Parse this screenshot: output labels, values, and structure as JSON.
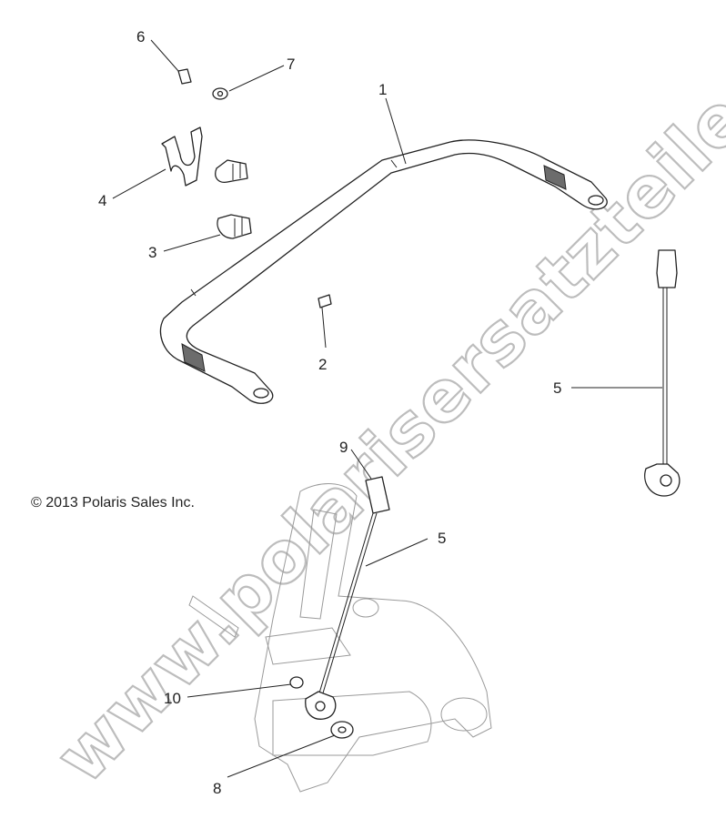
{
  "diagram": {
    "copyright": "© 2013 Polaris Sales Inc.",
    "watermark": "www.polarisersatzteile.de",
    "callouts": [
      {
        "id": "c1",
        "label": "1"
      },
      {
        "id": "c2",
        "label": "2"
      },
      {
        "id": "c3",
        "label": "3"
      },
      {
        "id": "c4",
        "label": "4"
      },
      {
        "id": "c5a",
        "label": "5"
      },
      {
        "id": "c5b",
        "label": "5"
      },
      {
        "id": "c6",
        "label": "6"
      },
      {
        "id": "c7",
        "label": "7"
      },
      {
        "id": "c8",
        "label": "8"
      },
      {
        "id": "c9",
        "label": "9"
      },
      {
        "id": "c10",
        "label": "10"
      }
    ]
  }
}
